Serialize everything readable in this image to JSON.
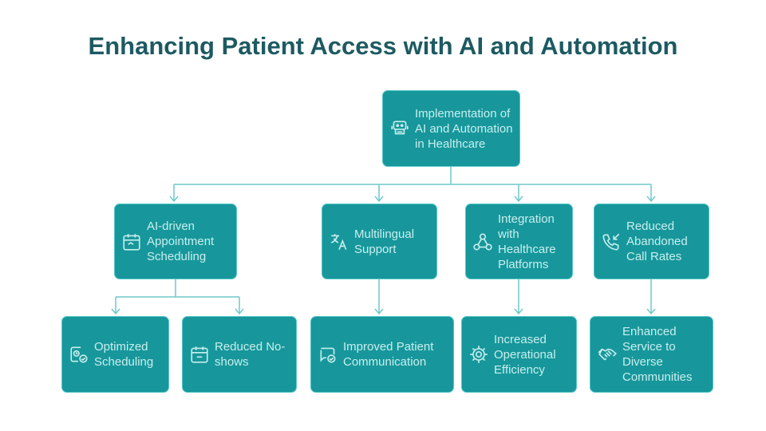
{
  "title": "Enhancing Patient Access with AI and Automation",
  "root": {
    "label": "Implementation of AI and Automation in Healthcare",
    "icon": "robot-icon"
  },
  "level2": [
    {
      "label": "AI-driven Appointment Scheduling",
      "icon": "calendar-icon"
    },
    {
      "label": "Multilingual Support",
      "icon": "translate-icon"
    },
    {
      "label": "Integration with Healthcare Platforms",
      "icon": "network-icon"
    },
    {
      "label": "Reduced Abandoned Call Rates",
      "icon": "phone-incoming-icon"
    }
  ],
  "level3": [
    {
      "label": "Optimized Scheduling",
      "icon": "clock-check-icon"
    },
    {
      "label": "Reduced No-shows",
      "icon": "calendar-minus-icon"
    },
    {
      "label": "Improved Patient Communication",
      "icon": "chat-check-icon"
    },
    {
      "label": "Increased Operational Efficiency",
      "icon": "gear-icon"
    },
    {
      "label": "Enhanced Service to Diverse Communities",
      "icon": "handshake-icon"
    }
  ],
  "colors": {
    "box": "#17979b",
    "border": "#56c6c8",
    "text": "#c8eeee",
    "title": "#1d5a62",
    "line": "#6fc8cc"
  }
}
